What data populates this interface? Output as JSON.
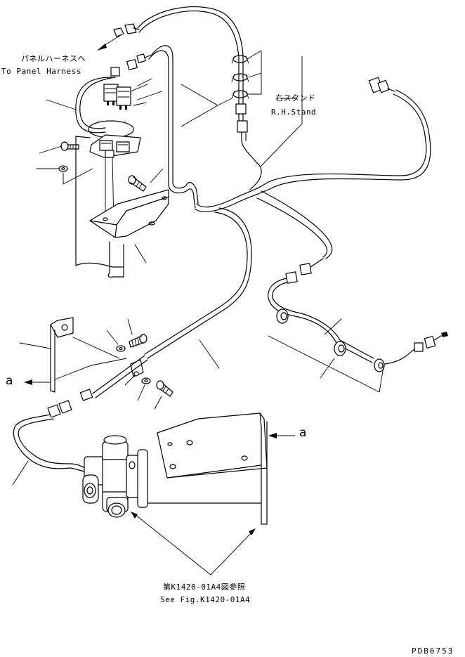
{
  "labels": {
    "panel_harness_jp": "パネルハーネスへ",
    "panel_harness_en": "To Panel Harness",
    "rh_stand_jp": "右スタンド",
    "rh_stand_en": "R.H.Stand",
    "ref_letter_left": "a",
    "ref_letter_right": "a",
    "see_fig_jp": "第K1420-01A4図参照",
    "see_fig_en": "See Fig.K1420-01A4",
    "drawing_code": "PDB6753"
  }
}
